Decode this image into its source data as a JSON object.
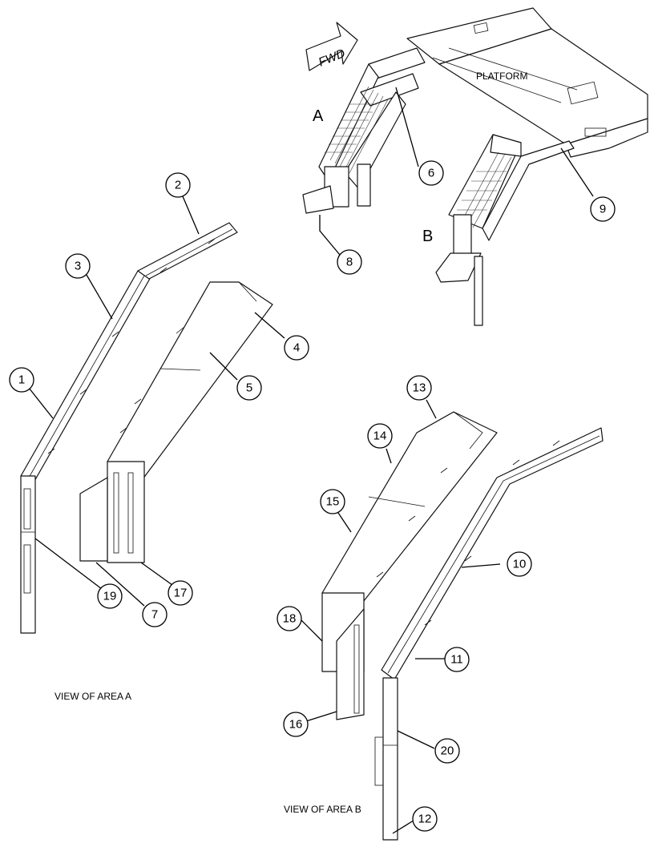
{
  "labels": {
    "fwd": "FWD",
    "platform": "PLATFORM",
    "area_a": "A",
    "area_b": "B",
    "view_a": "VIEW OF AREA A",
    "view_b": "VIEW OF AREA B"
  },
  "callouts": [
    "1",
    "2",
    "3",
    "4",
    "5",
    "6",
    "7",
    "8",
    "9",
    "10",
    "11",
    "12",
    "13",
    "14",
    "15",
    "16",
    "17",
    "18",
    "19",
    "20"
  ]
}
